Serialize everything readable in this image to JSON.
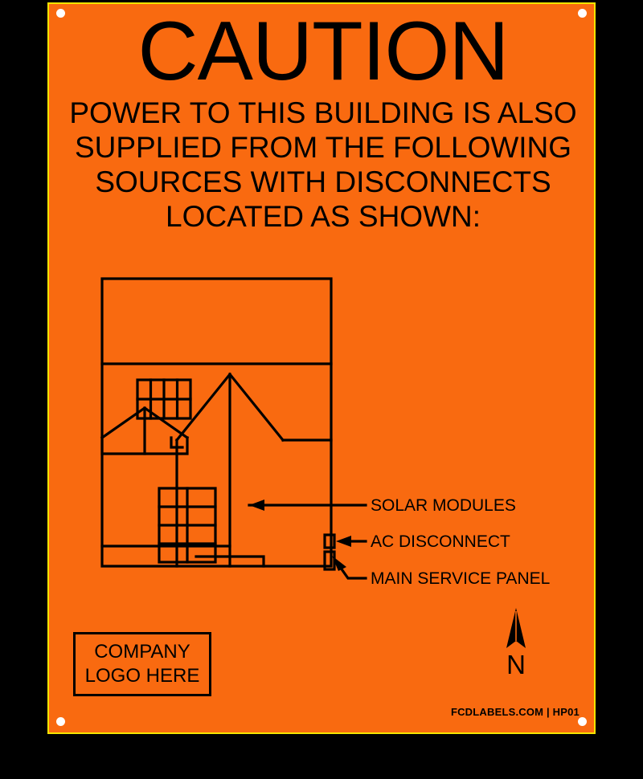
{
  "sign": {
    "background_color": "#F96A10",
    "border_color": "#F5E400",
    "ink_color": "#000000",
    "outside_color": "#000000",
    "mounting_holes": 4
  },
  "headline": {
    "caution": "CAUTION",
    "body_lines": [
      "POWER TO THIS BUILDING IS ALSO",
      "SUPPLIED FROM THE FOLLOWING",
      "SOURCES WITH DISCONNECTS",
      "LOCATED AS SHOWN:"
    ]
  },
  "diagram": {
    "callouts": [
      {
        "id": "solar-modules",
        "label": "SOLAR MODULES"
      },
      {
        "id": "ac-disconnect",
        "label": "AC DISCONNECT"
      },
      {
        "id": "main-service-panel",
        "label": "MAIN SERVICE PANEL"
      }
    ],
    "roof_array": {
      "columns": 4,
      "rows": 2
    },
    "wall_array": {
      "columns": 2,
      "rows": 4
    }
  },
  "logo_placeholder": {
    "line1": "COMPANY",
    "line2": "LOGO HERE"
  },
  "compass": {
    "letter": "N"
  },
  "footer": {
    "brand": "FCDLABELS.COM | HP01"
  }
}
